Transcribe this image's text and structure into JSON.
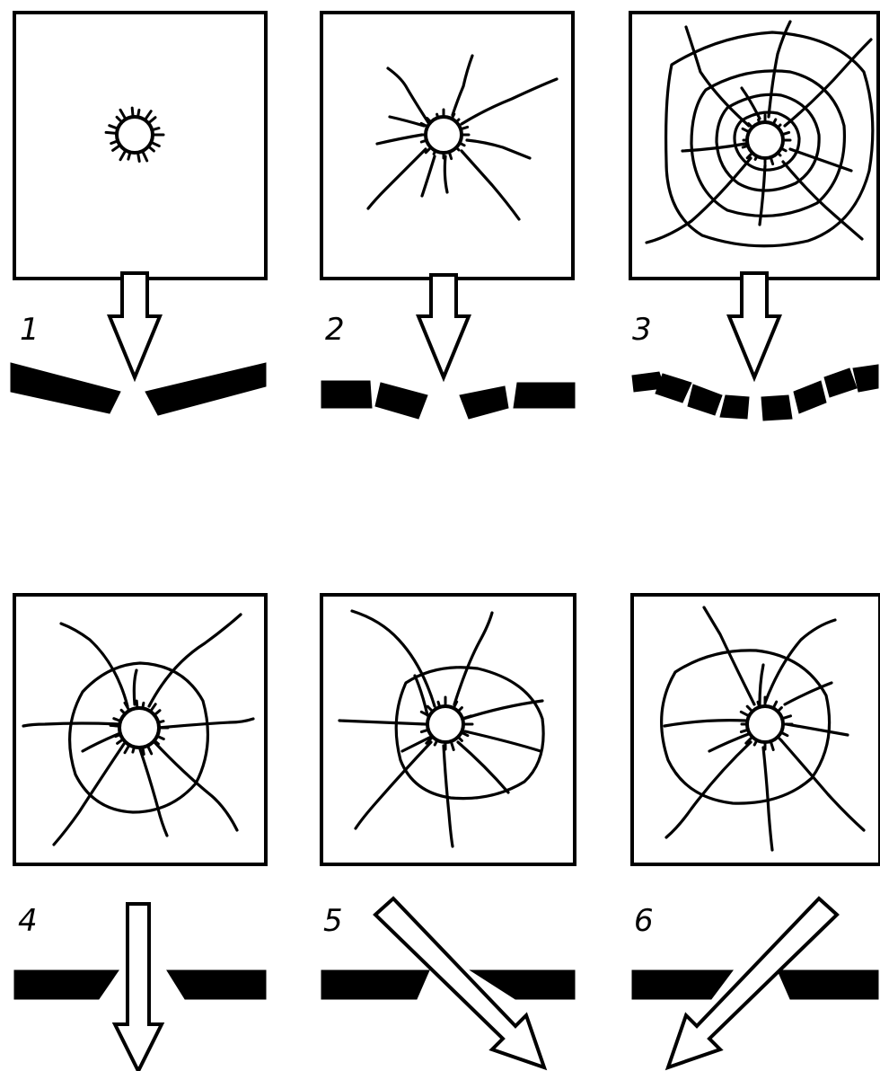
{
  "panels": [
    {
      "label": "1"
    },
    {
      "label": "2"
    },
    {
      "label": "3"
    },
    {
      "label": "4"
    },
    {
      "label": "5"
    },
    {
      "label": "6"
    }
  ],
  "colors": {
    "ink": "#000000",
    "paper": "#ffffff"
  }
}
